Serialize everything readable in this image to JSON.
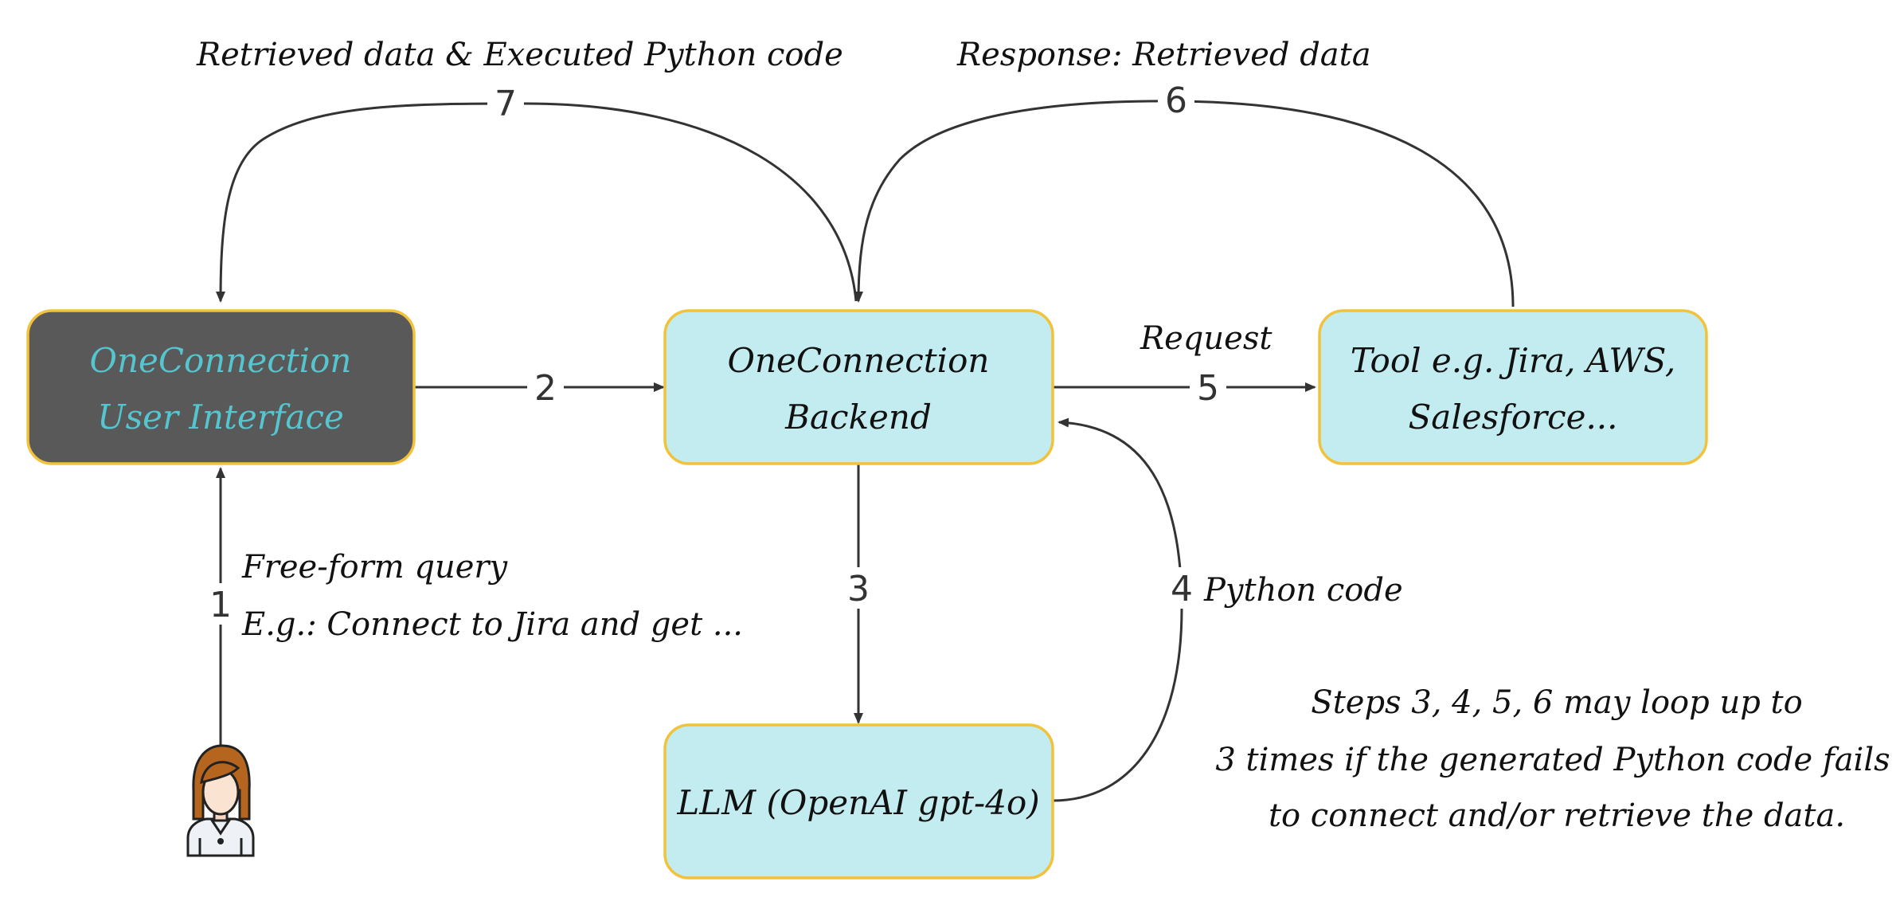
{
  "nodes": {
    "ui": {
      "lines": [
        "OneConnection",
        "User Interface"
      ],
      "fill": "#595959",
      "text_color": "#55c5cf"
    },
    "backend": {
      "lines": [
        "OneConnection",
        "Backend"
      ],
      "fill": "#c2ecef",
      "text_color": "#111111"
    },
    "tool": {
      "lines": [
        "Tool e.g. Jira, AWS,",
        "Salesforce..."
      ],
      "fill": "#c2ecef",
      "text_color": "#111111"
    },
    "llm": {
      "lines": [
        "LLM (OpenAI gpt-4o)"
      ],
      "fill": "#c2ecef",
      "text_color": "#111111"
    }
  },
  "node_border_color": "#f2c23a",
  "edges": {
    "step1": {
      "number": "1",
      "label_lines": [
        "Free-form query",
        "E.g.: Connect to Jira and get ..."
      ]
    },
    "step2": {
      "number": "2"
    },
    "step3": {
      "number": "3"
    },
    "step4": {
      "number": "4",
      "label": "Python code"
    },
    "step5": {
      "number": "5",
      "label": "Request"
    },
    "step6": {
      "number": "6",
      "label": "Response: Retrieved data"
    },
    "step7": {
      "number": "7",
      "label": "Retrieved data & Executed Python code"
    }
  },
  "note_lines": [
    "Steps 3, 4, 5, 6 may loop up to",
    "3 times if the generated Python code fails",
    "to connect and/or retrieve the data."
  ],
  "user_icon": "user-avatar-icon"
}
